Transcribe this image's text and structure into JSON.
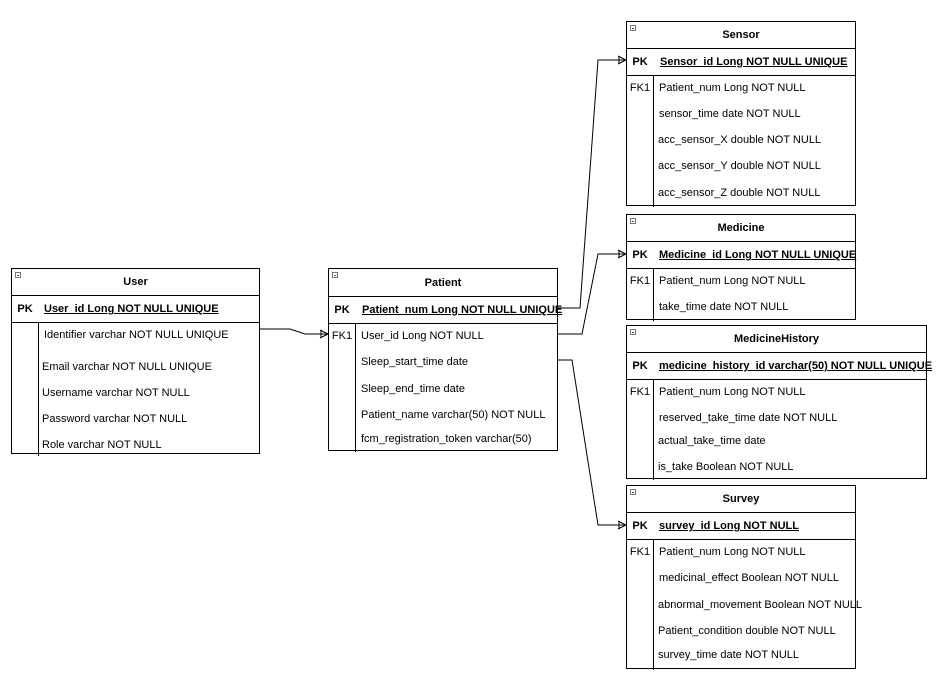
{
  "entities": {
    "user": {
      "title": "User",
      "pk_label": "PK",
      "pk": "User_id Long NOT NULL UNIQUE",
      "attributes": [
        "Identifier varchar NOT NULL UNIQUE",
        "Email varchar NOT NULL UNIQUE",
        "Username varchar NOT NULL",
        "Password varchar NOT NULL",
        "Role varchar NOT NULL"
      ]
    },
    "patient": {
      "title": "Patient",
      "pk_label": "PK",
      "pk": "Patient_num Long NOT NULL UNIQUE",
      "fk_label": "FK1",
      "attributes": [
        "User_id Long NOT NULL",
        "Sleep_start_time date",
        "Sleep_end_time date",
        "Patient_name varchar(50) NOT NULL",
        "fcm_registration_token varchar(50)"
      ]
    },
    "sensor": {
      "title": "Sensor",
      "pk_label": "PK",
      "pk": "Sensor_id Long NOT NULL UNIQUE",
      "fk_label": "FK1",
      "attributes": [
        "Patient_num Long NOT NULL",
        "sensor_time date NOT NULL",
        "acc_sensor_X double NOT NULL",
        "acc_sensor_Y double NOT NULL",
        "acc_sensor_Z double NOT NULL"
      ]
    },
    "medicine": {
      "title": "Medicine",
      "pk_label": "PK",
      "pk": "Medicine_id Long NOT NULL UNIQUE",
      "fk_label": "FK1",
      "attributes": [
        "Patient_num Long NOT NULL",
        "take_time date NOT NULL"
      ]
    },
    "medicine_history": {
      "title": "MedicineHistory",
      "pk_label": "PK",
      "pk": "medicine_history_id varchar(50) NOT NULL UNIQUE",
      "fk_label": "FK1",
      "attributes": [
        "Patient_num Long NOT NULL",
        "reserved_take_time date NOT NULL",
        "actual_take_time date",
        "is_take Boolean NOT NULL"
      ]
    },
    "survey": {
      "title": "Survey",
      "pk_label": "PK",
      "pk": "survey_id Long NOT NULL",
      "fk_label": "FK1",
      "attributes": [
        "Patient_num Long NOT NULL",
        "medicinal_effect Boolean NOT NULL",
        "abnormal_movement Boolean NOT NULL",
        "Patient_condition double  NOT NULL",
        "survey_time date NOT NULL"
      ]
    }
  }
}
